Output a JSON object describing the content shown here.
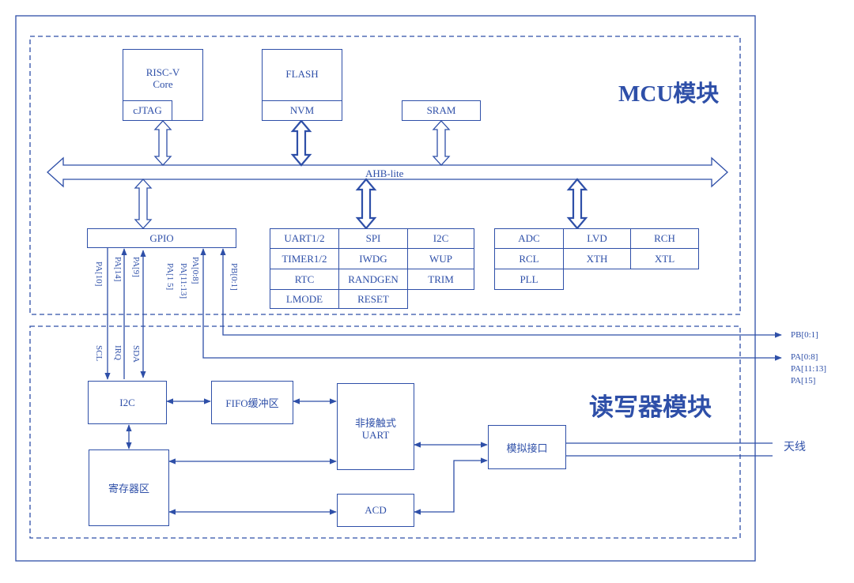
{
  "colors": {
    "line": "#2E4FA8",
    "background": "#ffffff"
  },
  "mcu": {
    "title": "MCU模块",
    "cpu_line1": "RISC-V",
    "cpu_line2": "Core",
    "cjtag": "cJTAG",
    "flash": "FLASH",
    "nvm": "NVM",
    "sram": "SRAM",
    "bus": "AHB-lite",
    "gpio": "GPIO",
    "peripherals_left": [
      [
        "UART1/2",
        "SPI",
        "I2C"
      ],
      [
        "TIMER1/2",
        "IWDG",
        "WUP"
      ],
      [
        "RTC",
        "RANDGEN",
        "TRIM"
      ],
      [
        "LMODE",
        "RESET"
      ]
    ],
    "peripherals_right": [
      [
        "ADC",
        "LVD",
        "RCH"
      ],
      [
        "RCL",
        "XTH",
        "XTL"
      ],
      [
        "PLL"
      ]
    ],
    "gpio_pins": [
      "PA[10]",
      "PA[14]",
      "PA[9]",
      "PA[1 5]",
      "PA[11:13]",
      "PA[0:8]",
      "PB[0:1]"
    ]
  },
  "reader": {
    "title": "读写器模块",
    "signals": [
      "SCL",
      "IRQ",
      "SDA"
    ],
    "i2c": "I2C",
    "fifo": "FIFO缓冲区",
    "uart_line1": "非接触式",
    "uart_line2": "UART",
    "analog": "模拟接口",
    "registers": "寄存器区",
    "acd": "ACD",
    "antenna": "天线"
  },
  "external": {
    "pb": "PB[0:1]",
    "pa1": "PA[0:8]",
    "pa2": "PA[11:13]",
    "pa3": "PA[15]"
  }
}
